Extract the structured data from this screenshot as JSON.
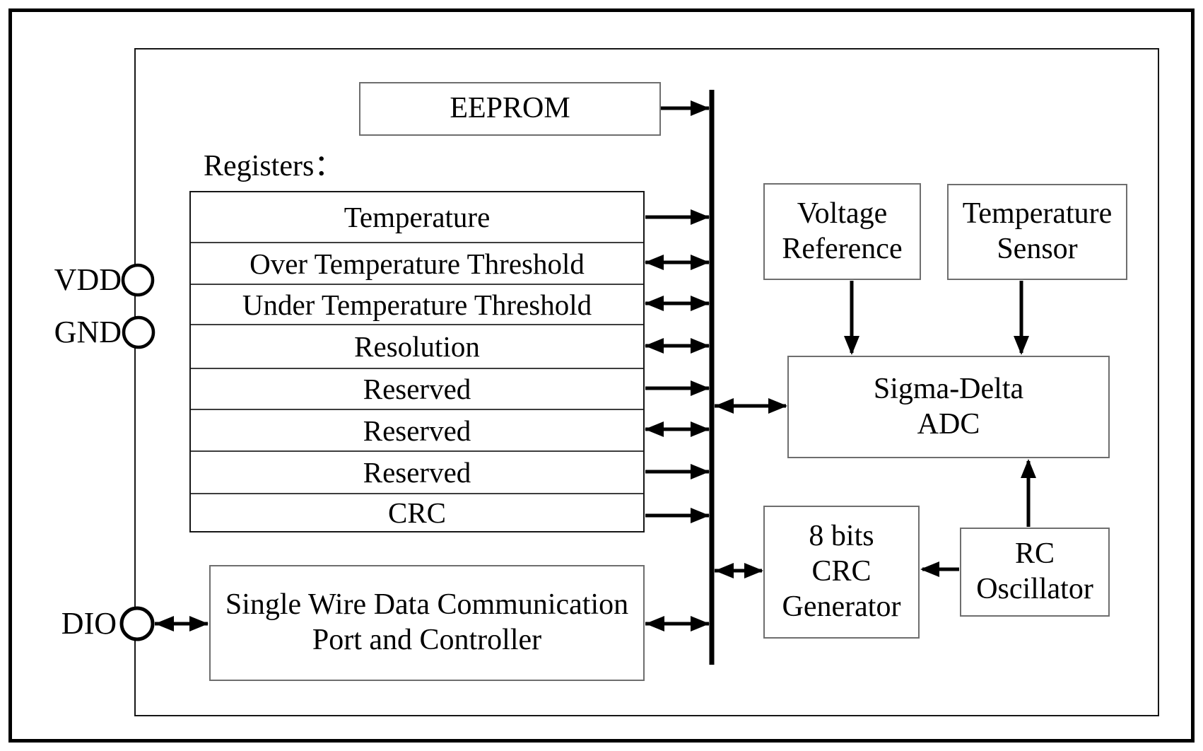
{
  "diagram": {
    "registers_label": "Registers：",
    "ports": [
      {
        "id": "vdd",
        "label": "VDD"
      },
      {
        "id": "gnd",
        "label": "GND"
      },
      {
        "id": "dio",
        "label": "DIO"
      }
    ],
    "boxes": {
      "eeprom": "EEPROM",
      "voltage_reference": "Voltage\nReference",
      "temperature_sensor": "Temperature\nSensor",
      "sigma_delta_adc": "Sigma-Delta\nADC",
      "crc_generator": "8 bits\nCRC\nGenerator",
      "rc_oscillator": "RC\nOscillator",
      "swdc": "Single Wire Data Communication\nPort and Controller"
    },
    "registers": [
      "Temperature",
      "Over Temperature Threshold",
      "Under Temperature Threshold",
      "Resolution",
      "Reserved",
      "Reserved",
      "Reserved",
      "CRC"
    ],
    "colors": {
      "ink": "#000000",
      "module_border": "#6e6e6e",
      "frame": "#161616",
      "background": "#ffffff"
    }
  }
}
